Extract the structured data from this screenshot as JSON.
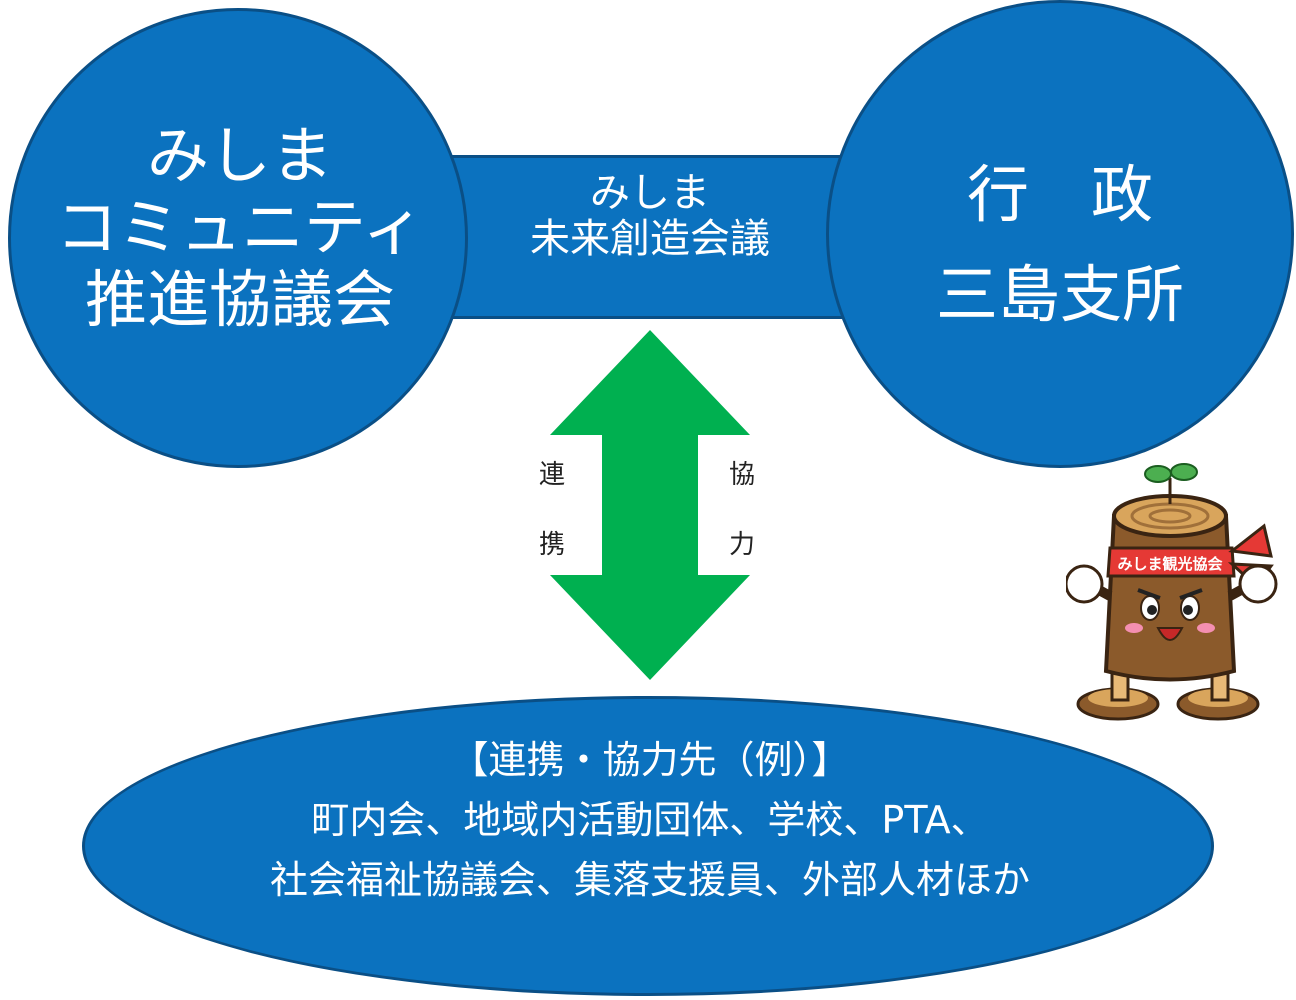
{
  "left_circle": {
    "lines": [
      "みしま",
      "コミュニティ",
      "推進協議会"
    ]
  },
  "center_band": {
    "lines": [
      "みしま",
      "未来創造会議"
    ]
  },
  "right_circle": {
    "lines": [
      "行　政",
      "三島支所"
    ]
  },
  "arrow": {
    "left_label": [
      "連",
      "携"
    ],
    "right_label": [
      "協",
      "力"
    ]
  },
  "bottom_ellipse": {
    "lines": [
      "【連携・協力先（例）】",
      "町内会、地域内活動団体、学校、PTA、",
      "社会福祉協議会、集落支援員、外部人材ほか"
    ]
  },
  "mascot": {
    "sash_text": "みしま観光協会"
  },
  "colors": {
    "primary": "#0b72bf",
    "border": "#0a4f86",
    "arrow": "#00b050"
  }
}
